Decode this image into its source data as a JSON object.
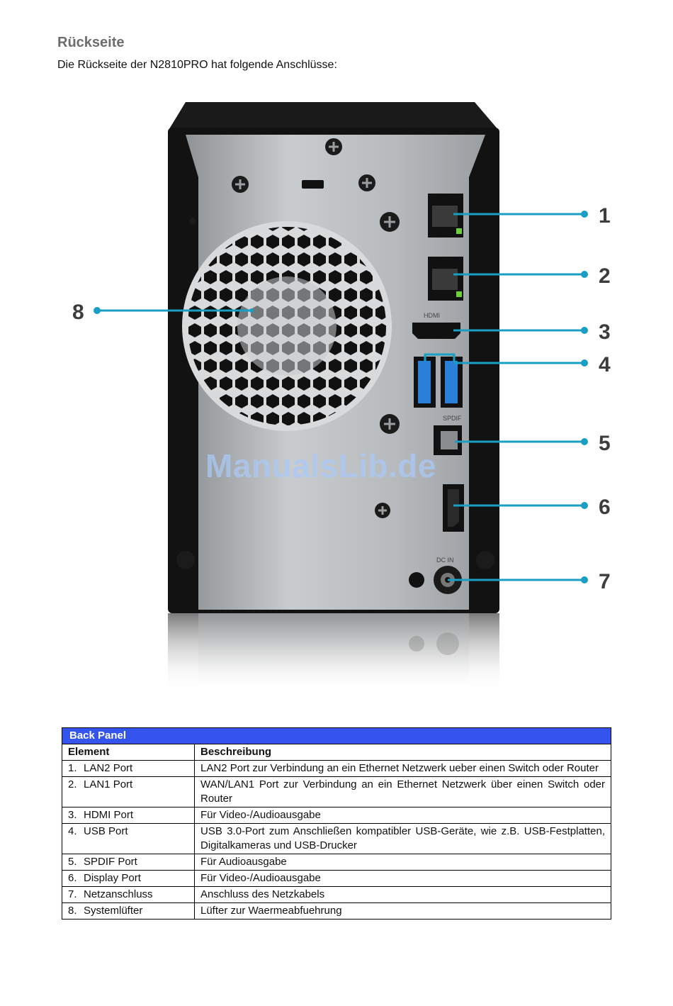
{
  "heading": "Rückseite",
  "intro": "Die Rückseite der N2810PRO hat folgende Anschlüsse:",
  "figure": {
    "watermark": "ManualsLib.de",
    "callouts": [
      "1",
      "2",
      "3",
      "4",
      "5",
      "6",
      "7",
      "8"
    ],
    "port_labels": {
      "hdmi": "HDMI",
      "spdif": "SPDIF",
      "dc_in": "DC IN"
    },
    "colors": {
      "callout": "#1a9fc4",
      "body": "#111111",
      "panel": "#b9bcc0",
      "usb": "#2a7fd8"
    }
  },
  "table": {
    "title": "Back Panel",
    "headers": [
      "Element",
      "Beschreibung"
    ],
    "rows": [
      {
        "num": "1.",
        "element": "LAN2 Port",
        "desc": "LAN2 Port zur Verbindung an ein Ethernet Netzwerk ueber einen Switch oder Router"
      },
      {
        "num": "2.",
        "element": "LAN1 Port",
        "desc": "WAN/LAN1 Port zur Verbindung an ein Ethernet Netzwerk über einen Switch oder Router"
      },
      {
        "num": "3.",
        "element": "HDMI Port",
        "desc": "Für Video-/Audioausgabe"
      },
      {
        "num": "4.",
        "element": "USB Port",
        "desc": "USB 3.0-Port zum Anschließen kompatibler USB-Geräte, wie z.B. USB-Festplatten, Digitalkameras und USB-Drucker"
      },
      {
        "num": "5.",
        "element": "SPDIF Port",
        "desc": "Für Audioausgabe"
      },
      {
        "num": "6.",
        "element": "Display Port",
        "desc": "Für Video-/Audioausgabe"
      },
      {
        "num": "7.",
        "element": "Netzanschluss",
        "desc": "Anschluss des Netzkabels"
      },
      {
        "num": "8.",
        "element": "Systemlüfter",
        "desc": "Lüfter zur Waermeabfuehrung"
      }
    ]
  }
}
